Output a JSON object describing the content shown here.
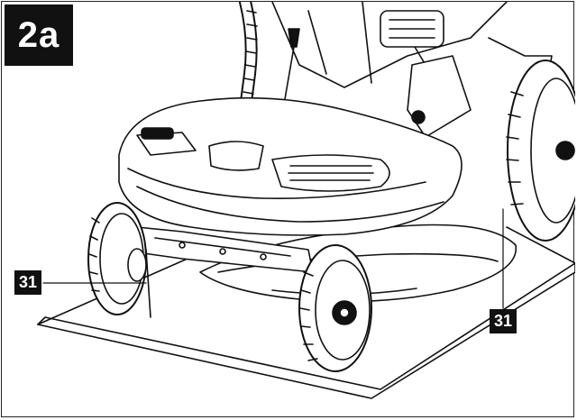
{
  "figure": {
    "label": "2a"
  },
  "callouts": [
    {
      "label": "31",
      "target": "left-front-wheel"
    },
    {
      "label": "31",
      "target": "right-rear-wheel"
    }
  ],
  "colors": {
    "ink": "#111111",
    "paper": "#ffffff",
    "tag_bg": "#111111",
    "tag_text": "#ffffff"
  },
  "illustration": {
    "subject": "ride-on-mower-front-view-line-drawing"
  }
}
